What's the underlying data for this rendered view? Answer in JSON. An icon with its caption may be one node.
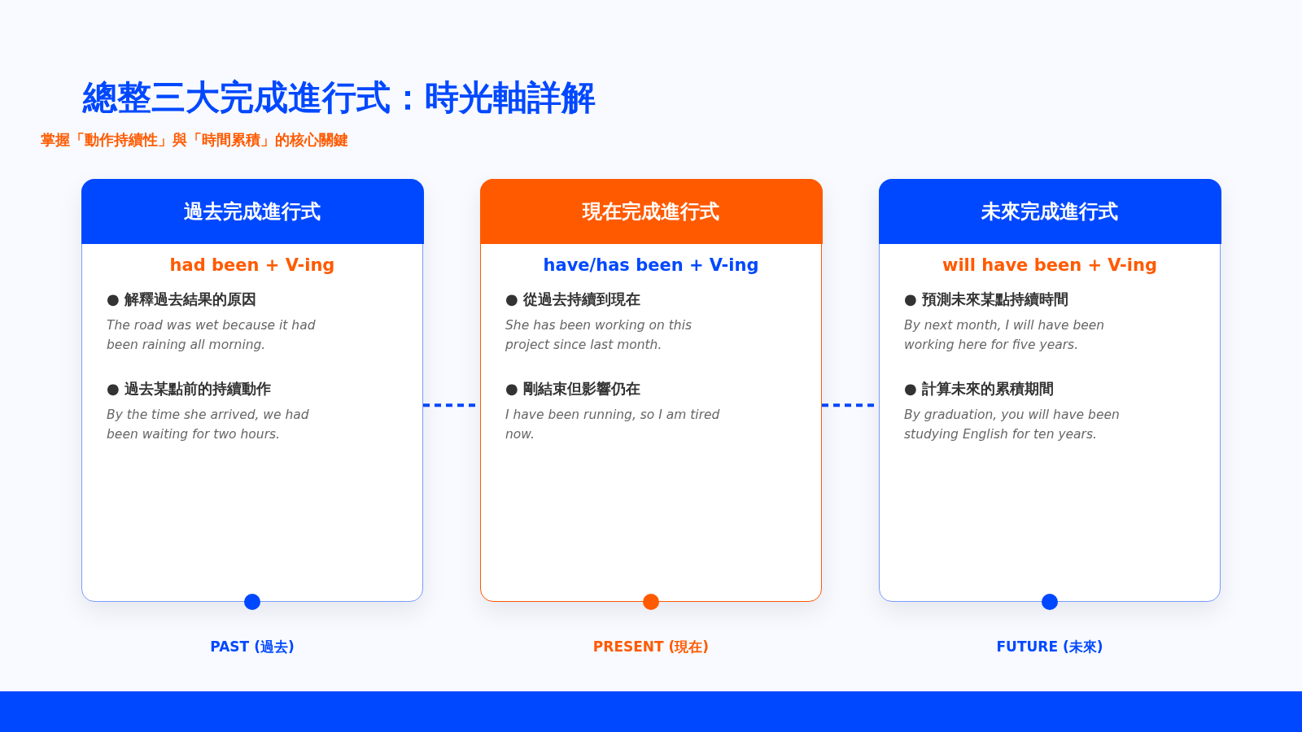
{
  "diagram": {
    "title": "總整三大完成進行式：時光軸詳解",
    "nodes": [
      {
        "text": [
          "過去完成進行式",
          "had been + V-ing",
          "● 解釋過去結果的原因",
          "The road was wet because it had been raining all morning.",
          "● 過去某點前的持續動作",
          "By the time she arrived, we had been waiting for two hours."
        ],
        "beside": [
          "PAST (過去)"
        ]
      },
      {
        "text": [
          "現在完成進行式",
          "have/has been + V-ing",
          "● 從過去持續到現在",
          "She has been working on this project since last month.",
          "● 剛結束但影響仍在",
          "I have been running, so I am tired now."
        ],
        "beside": [
          "PRESENT (現在)"
        ]
      },
      {
        "text": [
          "未來完成進行式",
          "will have been + V-ing",
          "● 預測未來某點持續時間",
          "By next month, I will have been working here for five years.",
          "● 計算未來的累積期間",
          "By graduation, you will have been studying English for ten years."
        ],
        "beside": [
          "FUTURE (未來)"
        ]
      }
    ],
    "edges": [
      {
        "from": 0,
        "to": 1,
        "arrow": "none",
        "style": "dashed"
      },
      {
        "from": 1,
        "to": 2,
        "arrow": "none",
        "style": "dashed"
      }
    ],
    "labels": [
      "掌握「動作持續性」與「時間累積」的核心關鍵"
    ]
  }
}
